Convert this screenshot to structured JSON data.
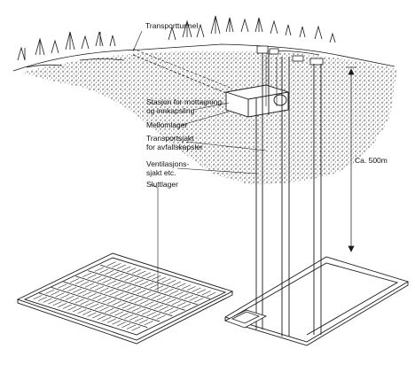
{
  "labels": {
    "transport_tunnel": "Transporttunnel",
    "station_line1": "Stasjon for mottagning",
    "station_line2": "og innkapsling",
    "interim_storage": "Mellomlager",
    "transport_shaft_line1": "Transportsjakt",
    "transport_shaft_line2": "for avfallskapsler",
    "ventilation_line1": "Ventilasjons-",
    "ventilation_line2": "sjakt etc.",
    "final_repository": "Sluttlager",
    "depth": "Ca. 500m"
  },
  "colors": {
    "line": "#1a1a1a",
    "rock_stipple": "#2a2a2a",
    "paper": "#ffffff"
  }
}
